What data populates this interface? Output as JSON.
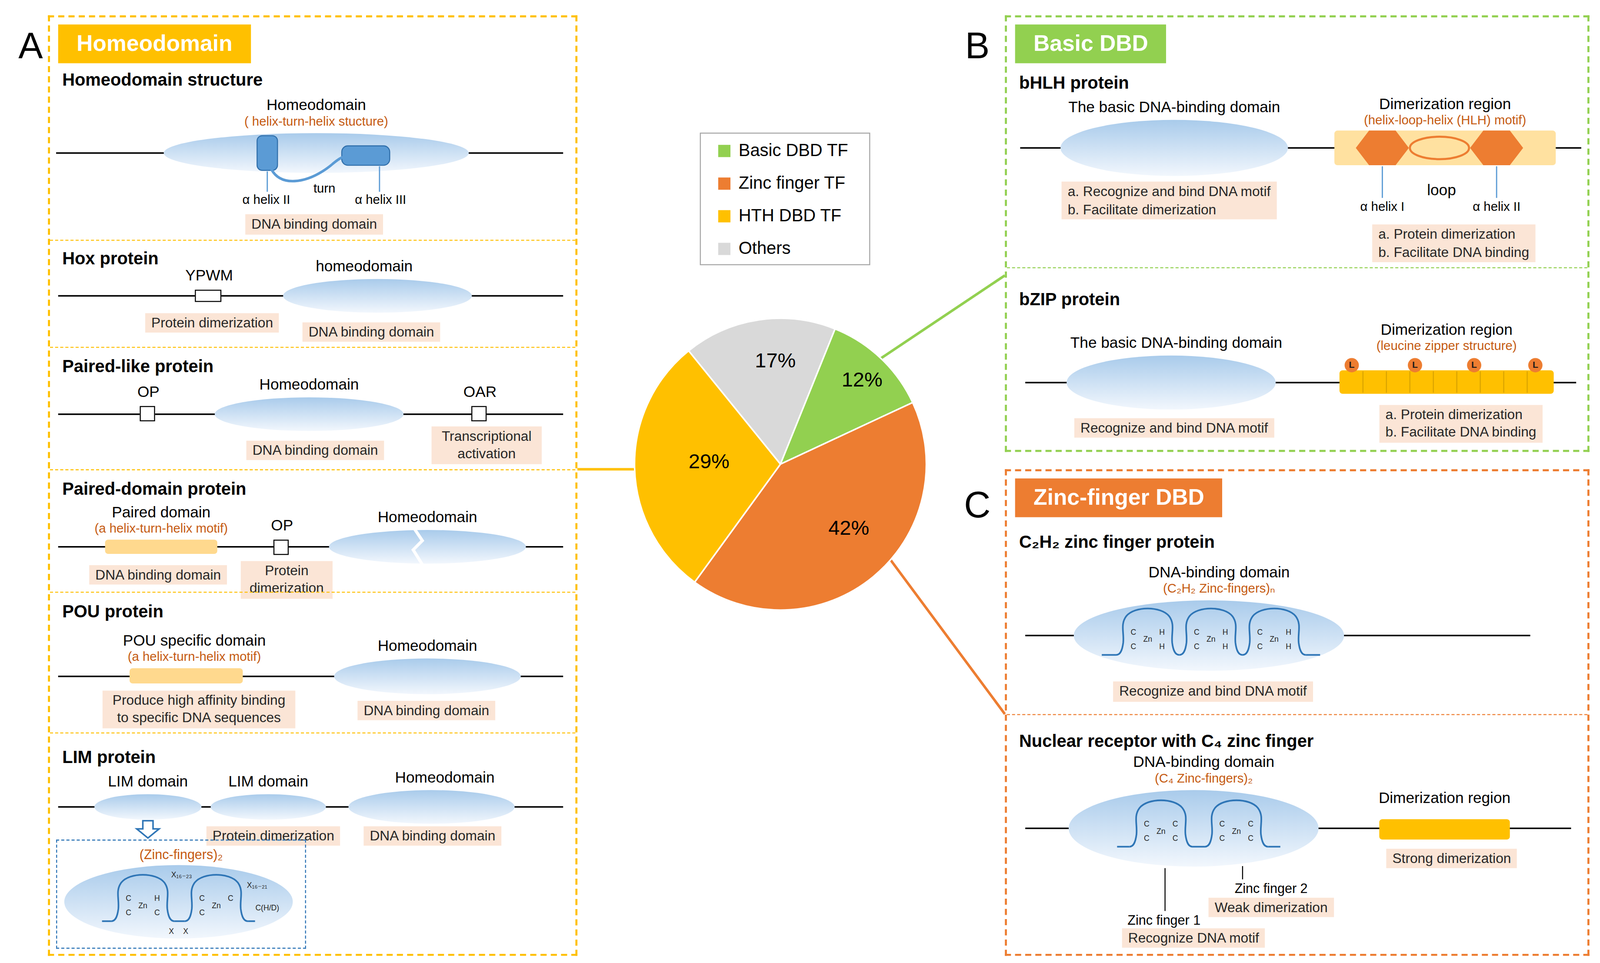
{
  "diagram": {
    "nodes": [
      {
        "text": [
          "Homeodomain"
        ]
      },
      {
        "text": [
          "Homeodomain structure"
        ],
        "in": 0
      },
      {
        "text": [
          "Homeodomain",
          "( helix-turn-helix stucture)"
        ],
        "in": 1
      },
      {
        "text": [
          "DNA binding domain"
        ],
        "in": 1
      },
      {
        "text": [
          "Hox protein"
        ],
        "in": 0
      },
      {
        "text": [
          "YPWM"
        ],
        "in": 4
      },
      {
        "text": [
          "homeodomain"
        ],
        "in": 4
      },
      {
        "text": [
          "Protein dimerization"
        ],
        "in": 4
      },
      {
        "text": [
          "DNA binding domain"
        ],
        "in": 4
      },
      {
        "text": [
          "Paired-like protein"
        ],
        "in": 0
      },
      {
        "text": [
          "OP"
        ],
        "in": 9
      },
      {
        "text": [
          "Homeodomain"
        ],
        "in": 9
      },
      {
        "text": [
          "OAR"
        ],
        "in": 9
      },
      {
        "text": [
          "DNA binding domain"
        ],
        "in": 9
      },
      {
        "text": [
          "Transcriptional activation"
        ],
        "in": 9
      },
      {
        "text": [
          "Paired-domain protein"
        ],
        "in": 0
      },
      {
        "text": [
          "Paired domain",
          "(a helix-turn-helix motif)"
        ],
        "in": 15
      },
      {
        "text": [
          "OP"
        ],
        "in": 15
      },
      {
        "text": [
          "Homeodomain"
        ],
        "in": 15
      },
      {
        "text": [
          "DNA binding domain"
        ],
        "in": 15
      },
      {
        "text": [
          "Protein dimerization"
        ],
        "in": 15
      },
      {
        "text": [
          "POU protein"
        ],
        "in": 0
      },
      {
        "text": [
          "POU specific domain",
          "(a helix-turn-helix motif)"
        ],
        "in": 21
      },
      {
        "text": [
          "Homeodomain"
        ],
        "in": 21
      },
      {
        "text": [
          "Produce high affinity binding to specific DNA sequences"
        ],
        "in": 21
      },
      {
        "text": [
          "DNA binding domain"
        ],
        "in": 21
      },
      {
        "text": [
          "LIM protein"
        ],
        "in": 0
      },
      {
        "text": [
          "LIM domain"
        ],
        "in": 26
      },
      {
        "text": [
          "LIM domain"
        ],
        "in": 26
      },
      {
        "text": [
          "Homeodomain"
        ],
        "in": 26
      },
      {
        "text": [
          "Protein dimerization"
        ],
        "in": 26
      },
      {
        "text": [
          "DNA binding domain"
        ],
        "in": 26
      },
      {
        "text": [
          "(Zinc-fingers)₂"
        ],
        "in": 26
      },
      {
        "text": [
          "17%"
        ]
      },
      {
        "text": [
          "12%"
        ]
      },
      {
        "text": [
          "42%"
        ]
      },
      {
        "text": [
          "29%"
        ]
      },
      {
        "text": [
          "Basic DBD"
        ]
      },
      {
        "text": [
          "bHLH protein"
        ],
        "in": 37
      },
      {
        "text": [
          "The basic DNA-binding domain"
        ],
        "in": 38
      },
      {
        "text": [
          "a. Recognize and bind DNA motif",
          "b. Facilitate dimerization"
        ],
        "in": 38
      },
      {
        "text": [
          "Dimerization region",
          "(helix-loop-helix (HLH) motif)"
        ],
        "in": 38
      },
      {
        "text": [
          "a. Protein dimerization",
          "b. Facilitate DNA binding"
        ],
        "in": 38
      },
      {
        "text": [
          "bZIP protein"
        ],
        "in": 37
      },
      {
        "text": [
          "The basic DNA-binding domain"
        ],
        "in": 43
      },
      {
        "text": [
          "Recognize and bind DNA motif"
        ],
        "in": 43
      },
      {
        "text": [
          "Dimerization region",
          "(leucine zipper structure)"
        ],
        "in": 43
      },
      {
        "text": [
          "a. Protein dimerization",
          "b. Facilitate DNA binding"
        ],
        "in": 43
      },
      {
        "text": [
          "Zinc-finger DBD"
        ]
      },
      {
        "text": [
          "C₂H₂ zinc finger protein"
        ],
        "in": 48
      },
      {
        "text": [
          "DNA-binding domain",
          "(C₂H₂ Zinc-fingers)ₙ"
        ],
        "in": 49
      },
      {
        "text": [
          "Recognize and bind DNA motif"
        ],
        "in": 49
      },
      {
        "text": [
          "Nuclear receptor with C₄ zinc finger"
        ],
        "in": 48
      },
      {
        "text": [
          "DNA-binding domain",
          "(C₄ Zinc-fingers)₂"
        ],
        "in": 52
      },
      {
        "text": [
          "Weak dimerization"
        ],
        "in": 52
      },
      {
        "text": [
          "Recognize DNA motif"
        ],
        "in": 52
      },
      {
        "text": [
          "Dimerization region"
        ],
        "in": 52
      },
      {
        "text": [
          "Strong dimerization"
        ],
        "in": 52
      }
    ],
    "edges": [
      {
        "from": 36,
        "to": 0,
        "arrow": "none"
      },
      {
        "from": 34,
        "to": 37,
        "arrow": "none"
      },
      {
        "from": 35,
        "to": 48,
        "arrow": "none"
      },
      {
        "from": 27,
        "to": 32,
        "arrow": "to"
      }
    ],
    "labels": [
      "A",
      "α helix II",
      "turn",
      "α helix III",
      "C",
      "C",
      "Zn",
      "H",
      "C",
      "X₁₆₋₂₃",
      "X",
      "X",
      "C",
      "C",
      "Zn",
      "C",
      "C(H/D)",
      "X₁₆₋₂₁",
      "B",
      "loop",
      "α helix I",
      "α helix II",
      "L",
      "L",
      "L",
      "L",
      "C",
      "C",
      "C",
      "Zn",
      "H",
      "H",
      "C",
      "C",
      "Zn",
      "H",
      "H",
      "C",
      "C",
      "Zn",
      "H",
      "H",
      "C",
      "C",
      "Zn",
      "C",
      "C",
      "C",
      "C",
      "Zn",
      "C",
      "C",
      "Zinc finger 2",
      "Zinc finger 1"
    ],
    "legend": [
      {
        "text": "Basic DBD TF",
        "color": "#92D050"
      },
      {
        "text": "Zinc finger TF",
        "color": "#ED7D31"
      },
      {
        "text": "HTH DBD TF",
        "color": "#FFC000"
      },
      {
        "text": "Others",
        "color": "#D9D9D9"
      }
    ]
  }
}
